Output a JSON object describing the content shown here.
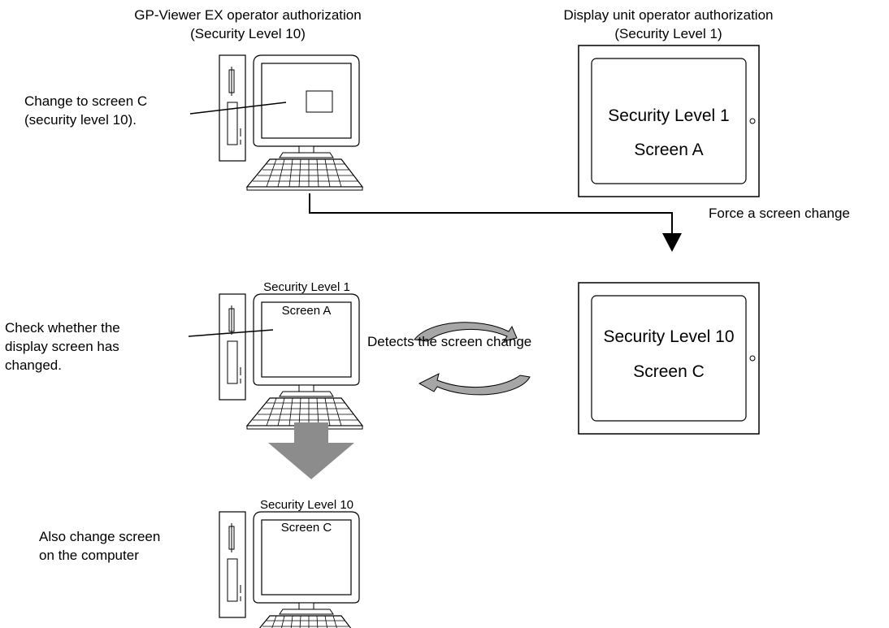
{
  "headers": {
    "left": [
      "GP-Viewer EX operator authorization",
      "(Security Level 10)"
    ],
    "right": [
      "Display unit operator authorization",
      "(Security Level 1)"
    ]
  },
  "notes": {
    "step1": [
      "Change to screen C",
      "(security level 10)."
    ],
    "step2": [
      "Check whether the",
      "display screen has",
      "changed."
    ],
    "step3": [
      "Also change screen",
      "on the computer"
    ]
  },
  "force_label": "Force a screen change",
  "detects_label": "Detects the screen change",
  "display_top": {
    "level": "Security Level 1",
    "screen": "Screen A"
  },
  "display_bottom": {
    "level": "Security Level 10",
    "screen": "Screen C"
  },
  "pc_middle": {
    "level": "Security Level 1",
    "screen": "Screen A"
  },
  "pc_bottom": {
    "level": "Security Level 10",
    "screen": "Screen C"
  },
  "colors": {
    "line": "#000000",
    "big_arrow": "#8c8c8c",
    "cycle_arrow": "#a6a6a6"
  }
}
